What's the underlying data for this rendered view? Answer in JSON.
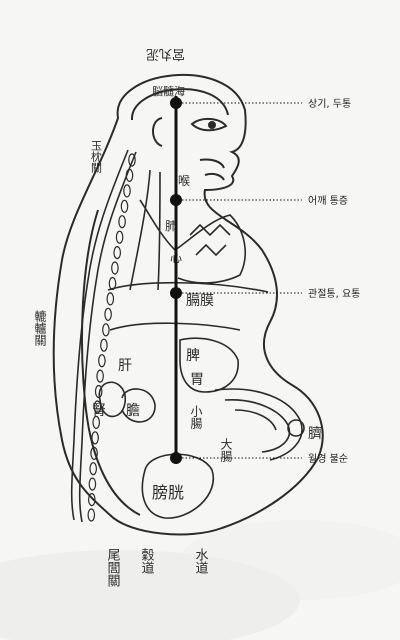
{
  "figure": {
    "ink_color": "#2b2b2b",
    "paper_color": "#f6f6f4",
    "line_color": "#111111",
    "title_chars": "宮丸泥",
    "head_label": "脳髓海",
    "left_gate_upper": "玉枕關",
    "left_gate_lower": "轆轤關",
    "bottom_labels": [
      "尾閭關",
      "穀道",
      "水道"
    ]
  },
  "organs": {
    "throat": "喉",
    "lung": "肺",
    "heart": "心",
    "diaphragm": "膈膜",
    "spleen": "脾",
    "stomach": "胃",
    "liver": "肝",
    "gall": "膽",
    "kidney": "腎",
    "small_intestine": "小腸",
    "large_intestine": "大腸",
    "navel": "臍",
    "bladder": "膀胱"
  },
  "annotations": [
    {
      "label": "상기, 두통"
    },
    {
      "label": "어깨 통증"
    },
    {
      "label": "관절통, 요통"
    },
    {
      "label": "월경 불순"
    }
  ]
}
